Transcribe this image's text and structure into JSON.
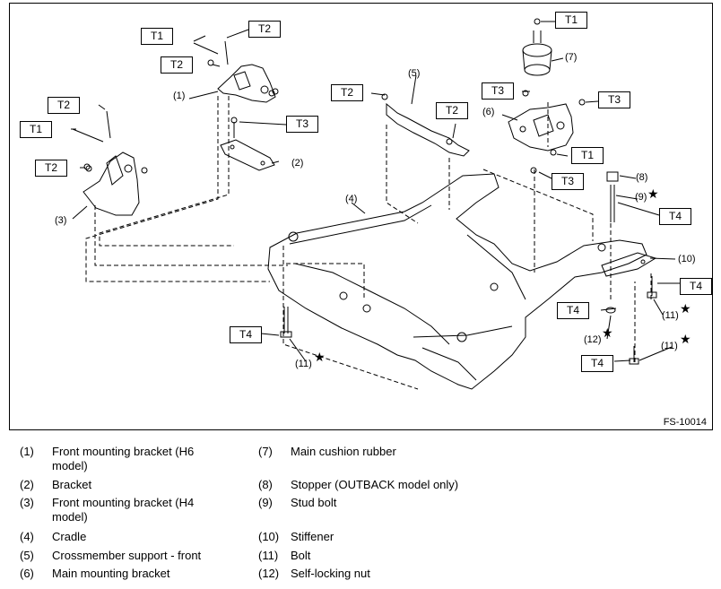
{
  "figure": {
    "code": "FS-10014",
    "torque_marks": [
      "T1",
      "T2",
      "T3",
      "T4"
    ],
    "callouts": [
      "(1)",
      "(2)",
      "(3)",
      "(4)",
      "(5)",
      "(6)",
      "(7)",
      "(8)",
      "(9)",
      "(10)",
      "(11)",
      "(12)"
    ],
    "star_symbol": "★",
    "line_color": "#000000"
  },
  "legend": [
    {
      "num": "(1)",
      "text": "Front mounting bracket (H6 model)"
    },
    {
      "num": "(2)",
      "text": "Bracket"
    },
    {
      "num": "(3)",
      "text": "Front mounting bracket (H4 model)"
    },
    {
      "num": "(4)",
      "text": "Cradle"
    },
    {
      "num": "(5)",
      "text": "Crossmember support - front"
    },
    {
      "num": "(6)",
      "text": "Main mounting bracket"
    },
    {
      "num": "(7)",
      "text": "Main cushion rubber"
    },
    {
      "num": "(8)",
      "text": "Stopper (OUTBACK model only)"
    },
    {
      "num": "(9)",
      "text": "Stud bolt"
    },
    {
      "num": "(10)",
      "text": "Stiffener"
    },
    {
      "num": "(11)",
      "text": "Bolt"
    },
    {
      "num": "(12)",
      "text": "Self-locking nut"
    }
  ]
}
